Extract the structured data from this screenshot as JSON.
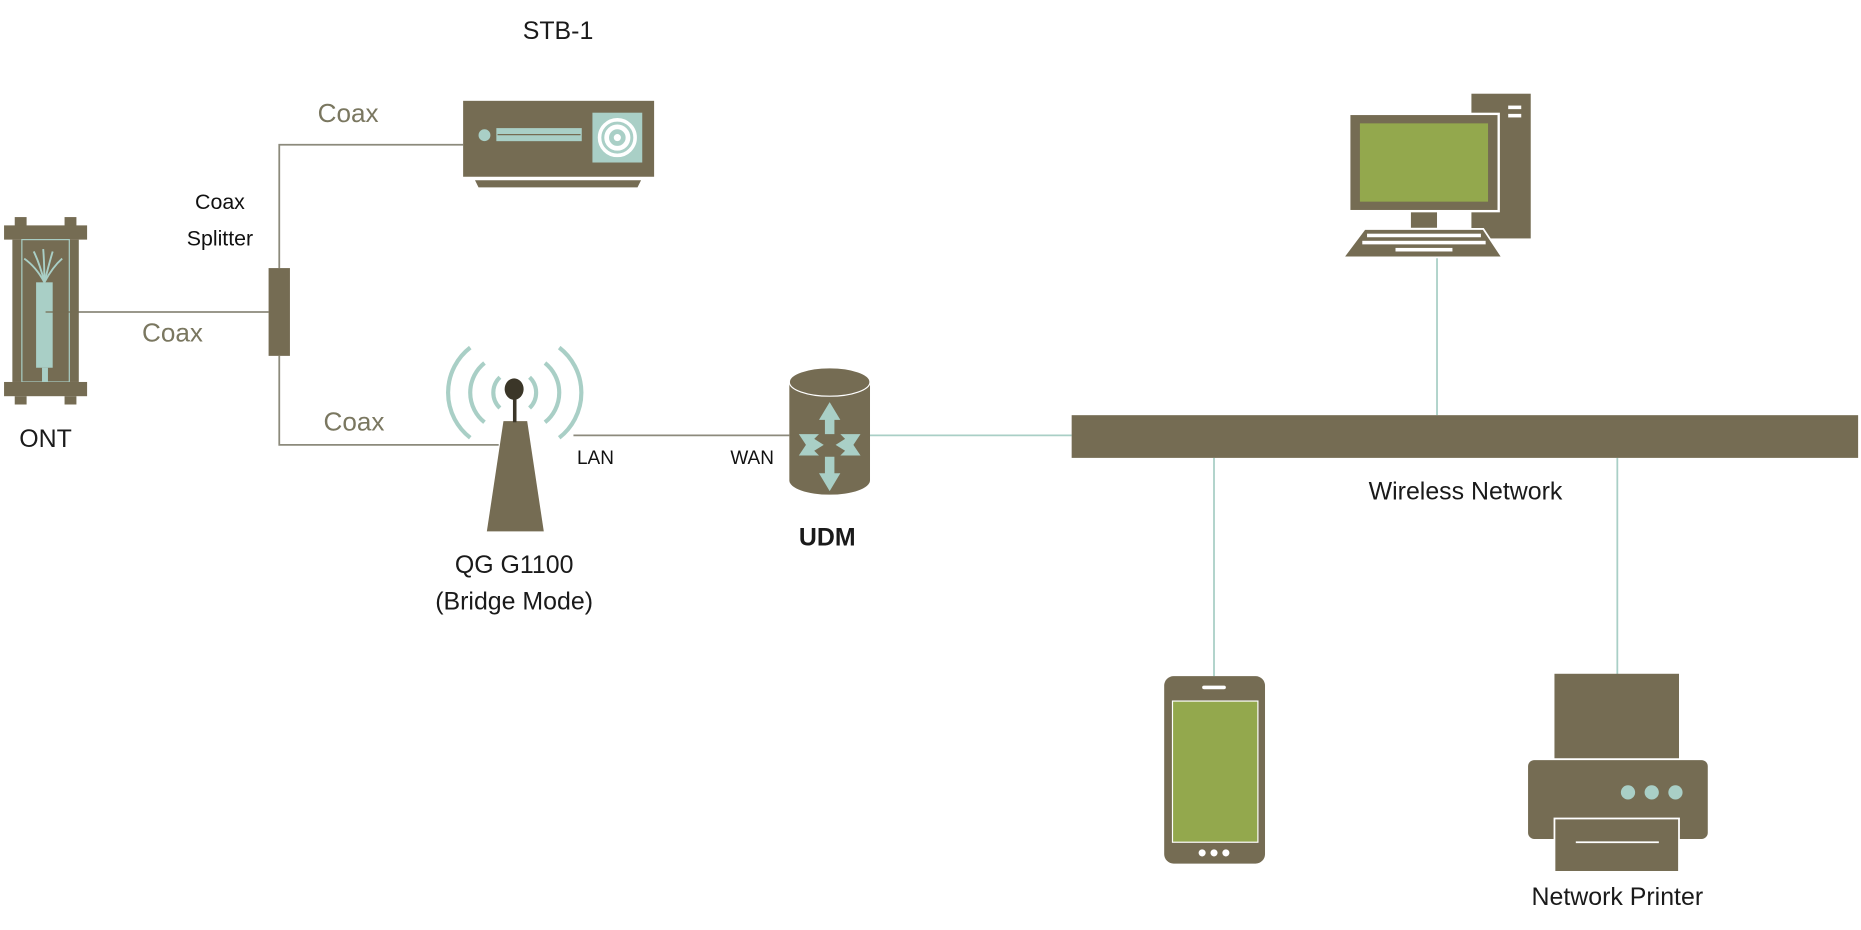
{
  "colors": {
    "device": "#756c53",
    "accent": "#a9cfc6",
    "screen": "#93a84d",
    "cable": "#8c8a7c",
    "dark": "#3b3628"
  },
  "nodes": {
    "stb": {
      "label": "STB-1",
      "icon": "set-top-box-icon"
    },
    "ont": {
      "label": "ONT",
      "icon": "fiber-ont-icon"
    },
    "splitter": {
      "label_line1": "Coax",
      "label_line2": "Splitter",
      "icon": "splitter-icon"
    },
    "gateway": {
      "label_line1": "QG G1100",
      "label_line2": "(Bridge Mode)",
      "icon": "wireless-antenna-icon"
    },
    "udm": {
      "label": "UDM",
      "icon": "router-icon"
    },
    "network": {
      "label": "Wireless Network"
    },
    "computer": {
      "icon": "desktop-computer-icon"
    },
    "phone": {
      "icon": "smartphone-icon"
    },
    "printer": {
      "label": "Network Printer",
      "icon": "printer-icon"
    }
  },
  "links": {
    "ont_splitter": "Coax",
    "splitter_stb": "Coax",
    "splitter_gateway": "Coax",
    "gateway_port": "LAN",
    "udm_port": "WAN"
  }
}
